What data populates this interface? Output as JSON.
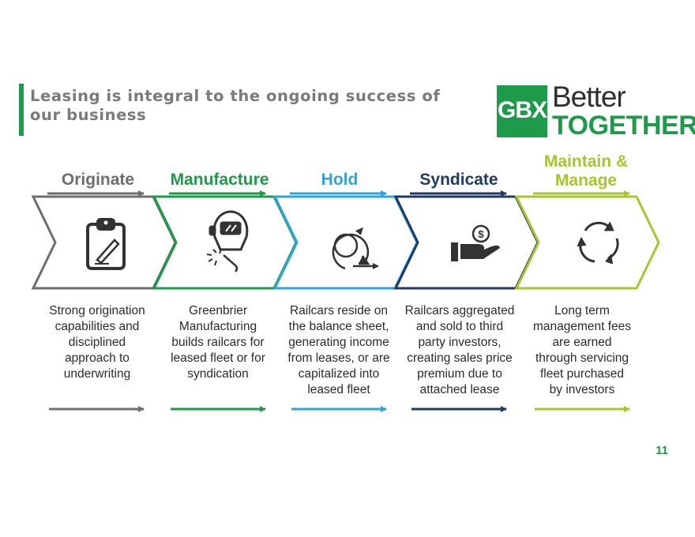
{
  "title": "Leasing is integral to the ongoing success of our business",
  "logo": {
    "mark": "GBX",
    "line1": "Better",
    "line2": "TOGETHER"
  },
  "page_number": "11",
  "colors": {
    "accent_green": "#1d9a4a",
    "gray": "#6d6e70",
    "blue": "#2fa4dc",
    "navy": "#203a63",
    "lime": "#a6c530"
  },
  "stages": [
    {
      "title": "Originate",
      "icon": "clipboard-icon",
      "description": [
        "Strong origination",
        "capabilities and",
        "disciplined",
        "approach to",
        "underwriting"
      ]
    },
    {
      "title": "Manufacture",
      "icon": "welder-icon",
      "description": [
        "Greenbrier",
        "Manufacturing",
        "builds railcars for",
        "leased fleet or for",
        "syndication"
      ]
    },
    {
      "title": "Hold",
      "icon": "circular-arrows-icon",
      "description": [
        "Railcars reside on",
        "the balance sheet,",
        "generating income",
        "from leases, or are",
        "capitalized into",
        "leased fleet"
      ]
    },
    {
      "title": "Syndicate",
      "icon": "hand-dollar-icon",
      "description": [
        "Railcars aggregated",
        "and sold to third",
        "party investors,",
        "creating sales price",
        "premium due to",
        "attached lease"
      ]
    },
    {
      "title_lines": [
        "Maintain &",
        "Manage"
      ],
      "icon": "recycle-arrows-icon",
      "description": [
        "Long term",
        "management fees",
        "are earned",
        "through servicing",
        "fleet purchased",
        "by investors"
      ]
    }
  ]
}
